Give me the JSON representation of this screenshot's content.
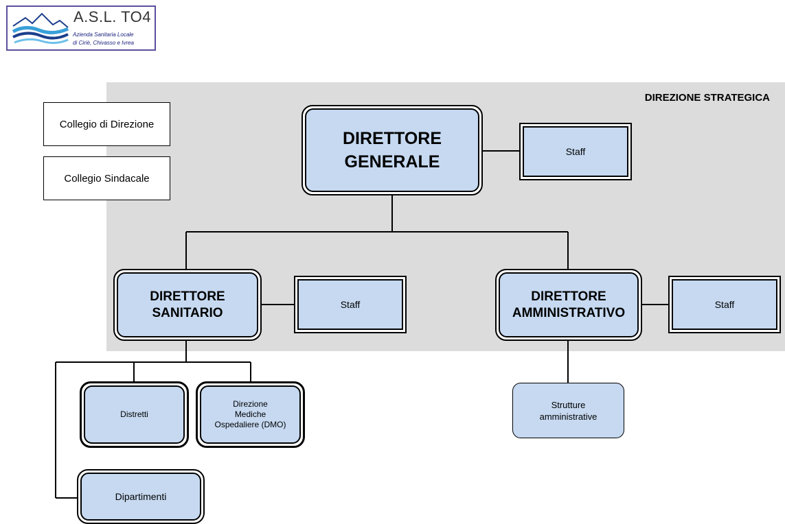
{
  "logo": {
    "title": "A.S.L. TO4",
    "line1": "Azienda Sanitaria Locale",
    "line2": "di Ciriè, Chivasso e Ivrea"
  },
  "strategic_label": "DIREZIONE STRATEGICA",
  "colleges": {
    "direzione": "Collegio di Direzione",
    "sindacale": "Collegio Sindacale"
  },
  "dg": {
    "line1": "DIRETTORE",
    "line2": "GENERALE",
    "staff": "Staff"
  },
  "ds": {
    "line1": "DIRETTORE",
    "line2": "SANITARIO",
    "staff": "Staff"
  },
  "da": {
    "line1": "DIRETTORE",
    "line2": "AMMINISTRATIVO",
    "staff": "Staff"
  },
  "units": {
    "distretti": "Distretti",
    "dmo_line1": "Direzione",
    "dmo_line2": "Mediche",
    "dmo_line3": "Ospedaliere (DMO)",
    "dipartimenti": "Dipartimenti",
    "strutture_line1": "Strutture",
    "strutture_line2": "amministrative"
  },
  "colors": {
    "box_fill": "#c6d9f1",
    "area_fill": "#dcdcdc",
    "logo_border": "#5a4f9c"
  }
}
